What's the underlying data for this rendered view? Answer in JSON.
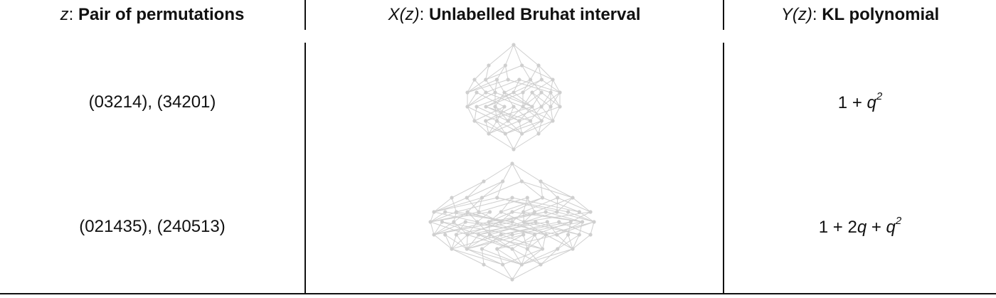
{
  "headers": [
    {
      "var": "z",
      "label": "Pair of permutations"
    },
    {
      "var": "X(z)",
      "label": "Unlabelled Bruhat interval"
    },
    {
      "var": "Y(z)",
      "label": "KL polynomial"
    }
  ],
  "rows": [
    {
      "pair": "(03214), (34201)",
      "poly_parts": [
        "1 + ",
        "q",
        "2",
        ""
      ]
    },
    {
      "pair": "(021435), (240513)",
      "poly_parts": [
        "1 + 2",
        "q",
        "",
        " + q"
      ],
      "poly_sup": "2"
    }
  ],
  "colors": {
    "graph": "#cfcfcf",
    "rule": "#111111"
  }
}
